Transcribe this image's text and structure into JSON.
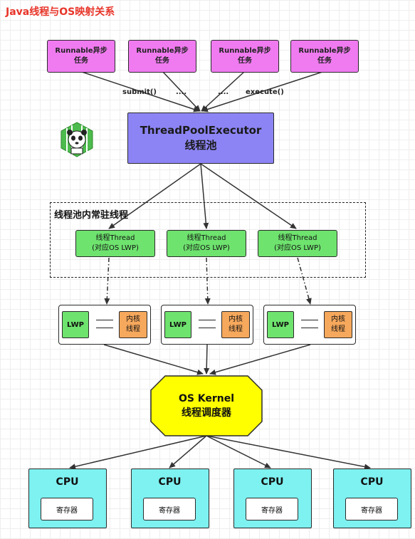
{
  "title": "Java线程与OS映射关系",
  "runnables": [
    {
      "line1": "Runnable异步",
      "line2": "任务"
    },
    {
      "line1": "Runnable异步",
      "line2": "任务"
    },
    {
      "line1": "Runnable异步",
      "line2": "任务"
    },
    {
      "line1": "Runnable异步",
      "line2": "任务"
    }
  ],
  "edge_labels": {
    "submit": "submit()",
    "dots1": "....",
    "dots2": "....",
    "execute": "execute()"
  },
  "executor": {
    "line1": "ThreadPoolExecutor",
    "line2": "线程池"
  },
  "pool_label": "线程池内常驻线程",
  "threads": [
    {
      "line1": "线程Thread",
      "line2": "(对应OS LWP)"
    },
    {
      "line1": "线程Thread",
      "line2": "(对应OS LWP)"
    },
    {
      "line1": "线程Thread",
      "line2": "(对应OS LWP)"
    }
  ],
  "lwp_groups": [
    {
      "lwp": "LWP",
      "kernel1": "内核",
      "kernel2": "线程"
    },
    {
      "lwp": "LWP",
      "kernel1": "内核",
      "kernel2": "线程"
    },
    {
      "lwp": "LWP",
      "kernel1": "内核",
      "kernel2": "线程"
    }
  ],
  "kernel": {
    "line1": "OS Kernel",
    "line2": "线程调度器"
  },
  "cpus": [
    {
      "label": "CPU",
      "register": "寄存器"
    },
    {
      "label": "CPU",
      "register": "寄存器"
    },
    {
      "label": "CPU",
      "register": "寄存器"
    },
    {
      "label": "CPU",
      "register": "寄存器"
    }
  ],
  "colors": {
    "title": "#e8352a",
    "runnable": "#f07af0",
    "executor": "#8c84f4",
    "thread": "#6ee36e",
    "kernel_thread": "#f6a85c",
    "kernel": "#ffff00",
    "cpu": "#7ef1f1"
  }
}
